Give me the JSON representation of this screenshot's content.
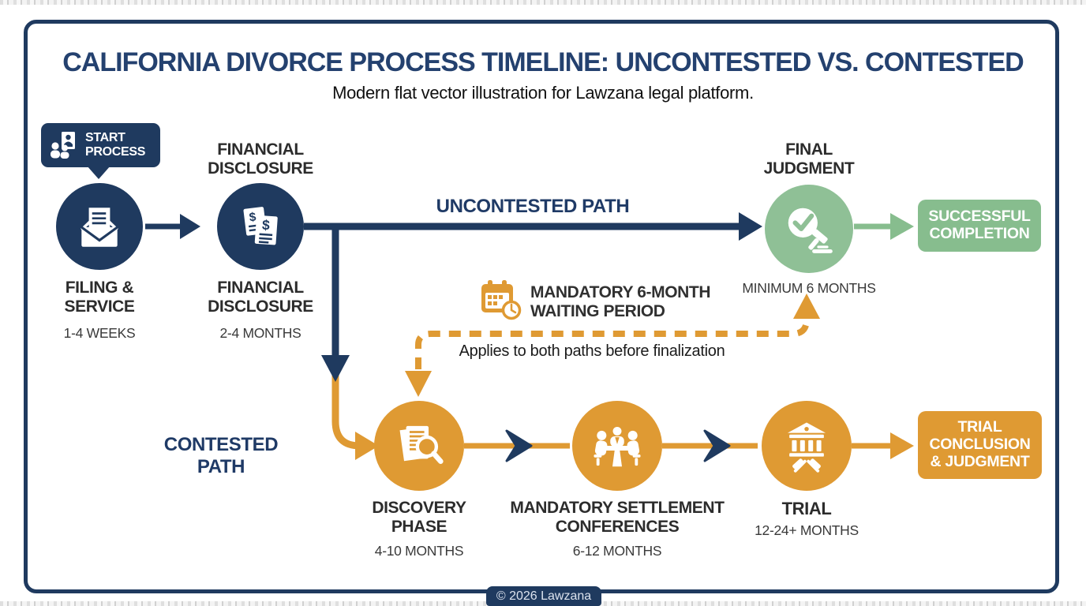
{
  "header": {
    "title": "CALIFORNIA DIVORCE PROCESS TIMELINE: UNCONTESTED VS. CONTESTED",
    "subtitle": "Modern flat vector illustration for Lawzana legal platform."
  },
  "start_badge": {
    "line1": "START",
    "line2": "PROCESS",
    "icon": "people-document-icon"
  },
  "uncontested": {
    "path_label": "UNCONTESTED PATH",
    "steps": {
      "filing": {
        "line1": "FILING &",
        "line2": "SERVICE",
        "duration": "1-4 WEEKS",
        "icon": "envelope-letter-icon"
      },
      "financial": {
        "top1": "FINANCIAL",
        "top2": "DISCLOSURE",
        "line1": "FINANCIAL",
        "line2": "DISCLOSURE",
        "duration": "2-4 MONTHS",
        "icon": "dollar-documents-icon"
      },
      "final_judgment": {
        "top1": "FINAL",
        "top2": "JUDGMENT",
        "duration": "MINIMUM 6 MONTHS",
        "icon": "check-gavel-icon"
      }
    },
    "end_box": {
      "line1": "SUCCESSFUL",
      "line2": "COMPLETION"
    }
  },
  "contested": {
    "path_label": "CONTESTED PATH",
    "steps": {
      "discovery": {
        "line1": "DISCOVERY",
        "line2": "PHASE",
        "duration": "4-10 MONTHS",
        "icon": "document-magnifier-icon"
      },
      "settlement": {
        "line1": "MANDATORY SETTLEMENT",
        "line2": "CONFERENCES",
        "duration": "6-12 MONTHS",
        "icon": "meeting-table-icon"
      },
      "trial": {
        "line1": "TRIAL",
        "duration": "12-24+ MONTHS",
        "icon": "courthouse-gavel-icon"
      }
    },
    "end_box": {
      "line1": "TRIAL",
      "line2": "CONCLUSION",
      "line3": "& JUDGMENT"
    }
  },
  "waiting_period": {
    "line1": "MANDATORY 6-MONTH",
    "line2": "WAITING PERIOD",
    "note": "Applies to both paths before finalization",
    "icon": "calendar-clock-icon"
  },
  "footer": {
    "copyright": "© 2026 Lawzana"
  },
  "colors": {
    "navy": "#1F3A5F",
    "title_navy": "#24416F",
    "orange": "#DF9A33",
    "green_circle": "#8FC096",
    "green_box": "#87BD8E",
    "label_dark": "#2C2C2C"
  }
}
